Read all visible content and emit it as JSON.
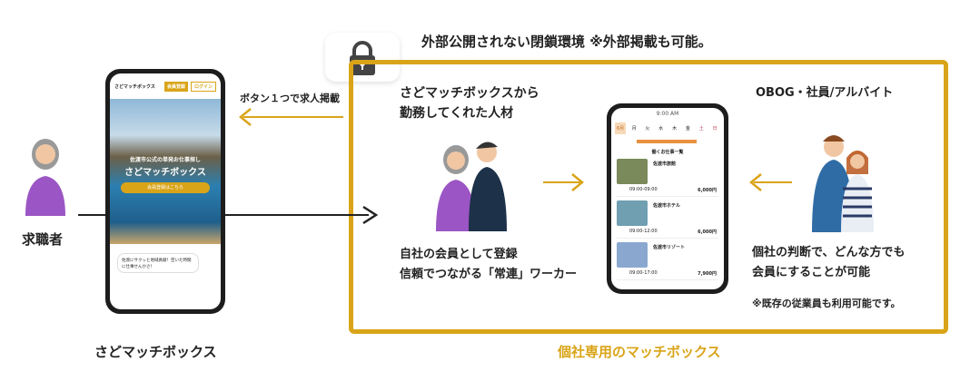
{
  "colors": {
    "accent": "#d9a418",
    "orange": "#e8913f",
    "dark": "#222222"
  },
  "header": {
    "closed_env": "外部公開されない閉鎖環境 ※外部掲載も可能。",
    "lock_icon": "lock-icon"
  },
  "left": {
    "job_seeker": "求職者",
    "post_arrow_label": "ボタン１つで求人掲載",
    "phone_caption": "さどマッチボックス",
    "phone": {
      "logo": "さどマッチボックス",
      "register_btn": "会員登録",
      "login_btn": "ログイン",
      "hero_sub": "佐渡市公式の単発お仕事探し",
      "hero_title": "さどマッチボックス",
      "cta": "会員登録はこちら",
      "bubble": "佐渡にサクッと地域貢献！空いた時間に仕事せんかさ！"
    }
  },
  "right": {
    "title": "個社専用のマッチボックス",
    "from_sado": [
      "さどマッチボックスから",
      "勤務してくれた人材"
    ],
    "register_as_member": [
      "自社の会員として登録",
      "信頼でつながる「常連」ワーカー"
    ],
    "obog": "OBOG・社員/アルバイト",
    "any_member": [
      "個社の判断で、どんな方でも",
      "会員にすることが可能"
    ],
    "note": "※既存の従業員も利用可能です。",
    "phone": {
      "time": "9:00 AM",
      "month": "6月",
      "days": [
        "月",
        "火",
        "水",
        "木",
        "金",
        "土",
        "日"
      ],
      "list_title": "働くお仕事一覧",
      "jobs": [
        {
          "name": "佐渡市旅館",
          "hours": "09:00-09:00",
          "wage": "6,000円"
        },
        {
          "name": "佐渡市ホテル",
          "hours": "09:00-12:00",
          "wage": "6,000円"
        },
        {
          "name": "佐渡市リゾート",
          "hours": "09:00-17:00",
          "wage": "7,900円"
        }
      ]
    }
  }
}
